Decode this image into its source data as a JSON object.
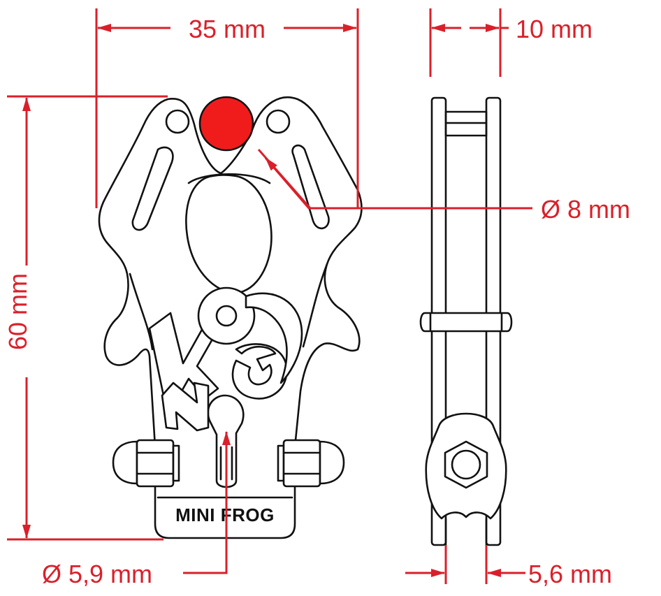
{
  "colors": {
    "dimension": "#d9202a",
    "outline": "#111111",
    "highlight": "#f01c1c",
    "background": "#ffffff"
  },
  "dimensions": {
    "width": "35 mm",
    "thickness": "10 mm",
    "height": "60 mm",
    "top_hole": "Ø 8 mm",
    "bottom_hole": "Ø 5,9 mm",
    "plate_gap": "5,6 mm"
  },
  "product": {
    "name_label": "MINI FROG",
    "logo_text": "KONG"
  }
}
